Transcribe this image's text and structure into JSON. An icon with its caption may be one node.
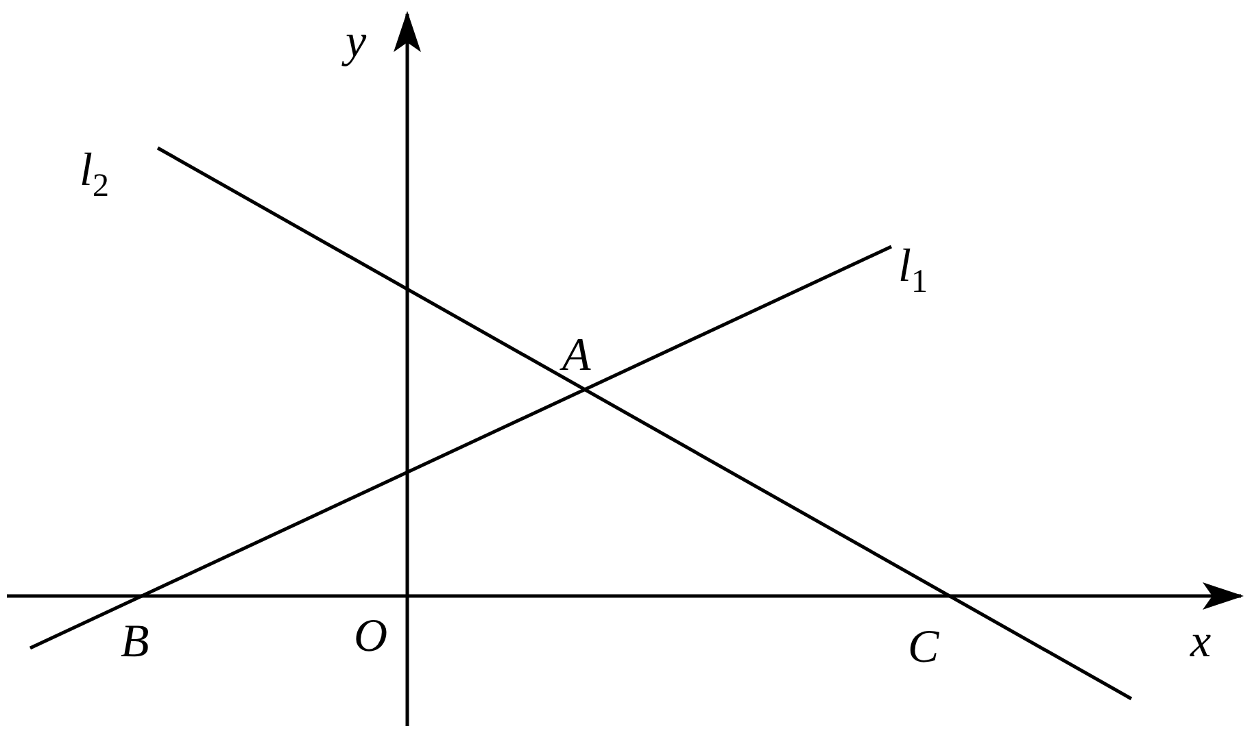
{
  "diagram": {
    "labels": [
      "y",
      "l$_{2}$",
      "l$_{1}$",
      "A",
      "O",
      "B",
      "C",
      "x"
    ]
  }
}
